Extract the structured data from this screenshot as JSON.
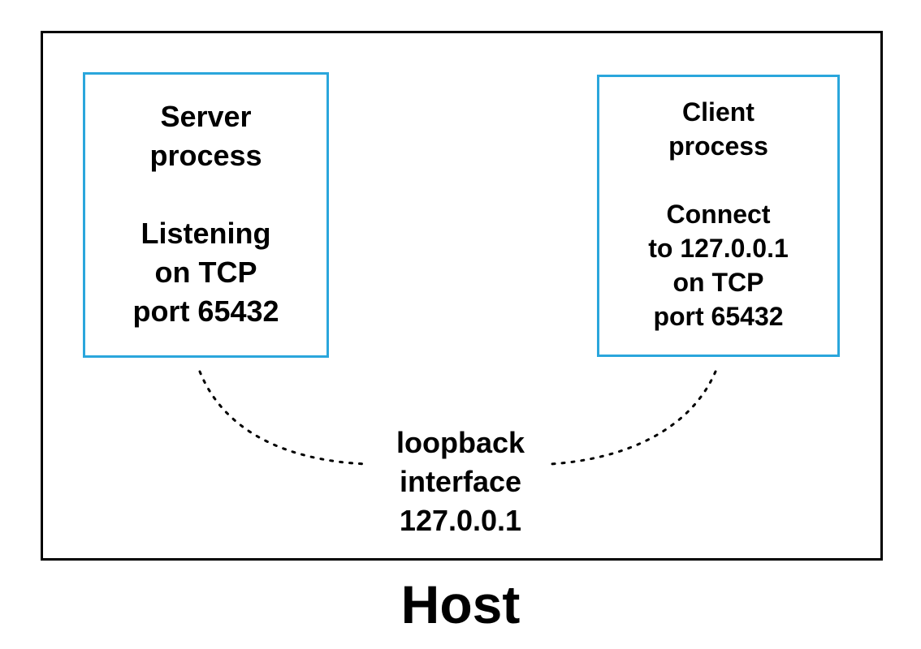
{
  "server": {
    "title_lines": [
      "Server",
      "process"
    ],
    "detail_lines": [
      "Listening",
      "on TCP",
      "port 65432"
    ]
  },
  "client": {
    "title_lines": [
      "Client",
      "process"
    ],
    "detail_lines": [
      "Connect",
      "to 127.0.0.1",
      "on TCP",
      "port 65432"
    ]
  },
  "loopback": {
    "lines": [
      "loopback",
      "interface",
      "127.0.0.1"
    ]
  },
  "host": {
    "label": "Host"
  },
  "colors": {
    "process_border": "#2aa6dc",
    "host_border": "#000000",
    "connector": "#000000"
  }
}
